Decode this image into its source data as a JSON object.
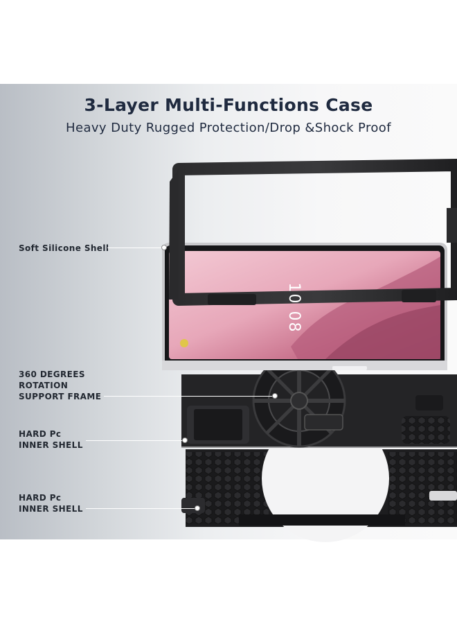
{
  "header": {
    "title": "3-Layer Multi-Functions Case",
    "subtitle": "Heavy Duty Rugged Protection/Drop &Shock Proof"
  },
  "callouts": [
    {
      "lines": [
        "Soft Silicone Shell"
      ]
    },
    {
      "lines": [
        "360 DEGREES",
        "ROTATION",
        "SUPPORT FRAME"
      ]
    },
    {
      "lines": [
        "HARD Pc",
        "INNER SHELL"
      ]
    },
    {
      "lines": [
        "HARD Pc",
        "INNER SHELL"
      ]
    }
  ],
  "tablet_screen": {
    "clock": "10 08"
  },
  "colors": {
    "title_text": "#1f2a3f",
    "case_black": "#1c1c1e",
    "screen_pink": "#e8a9bd"
  }
}
